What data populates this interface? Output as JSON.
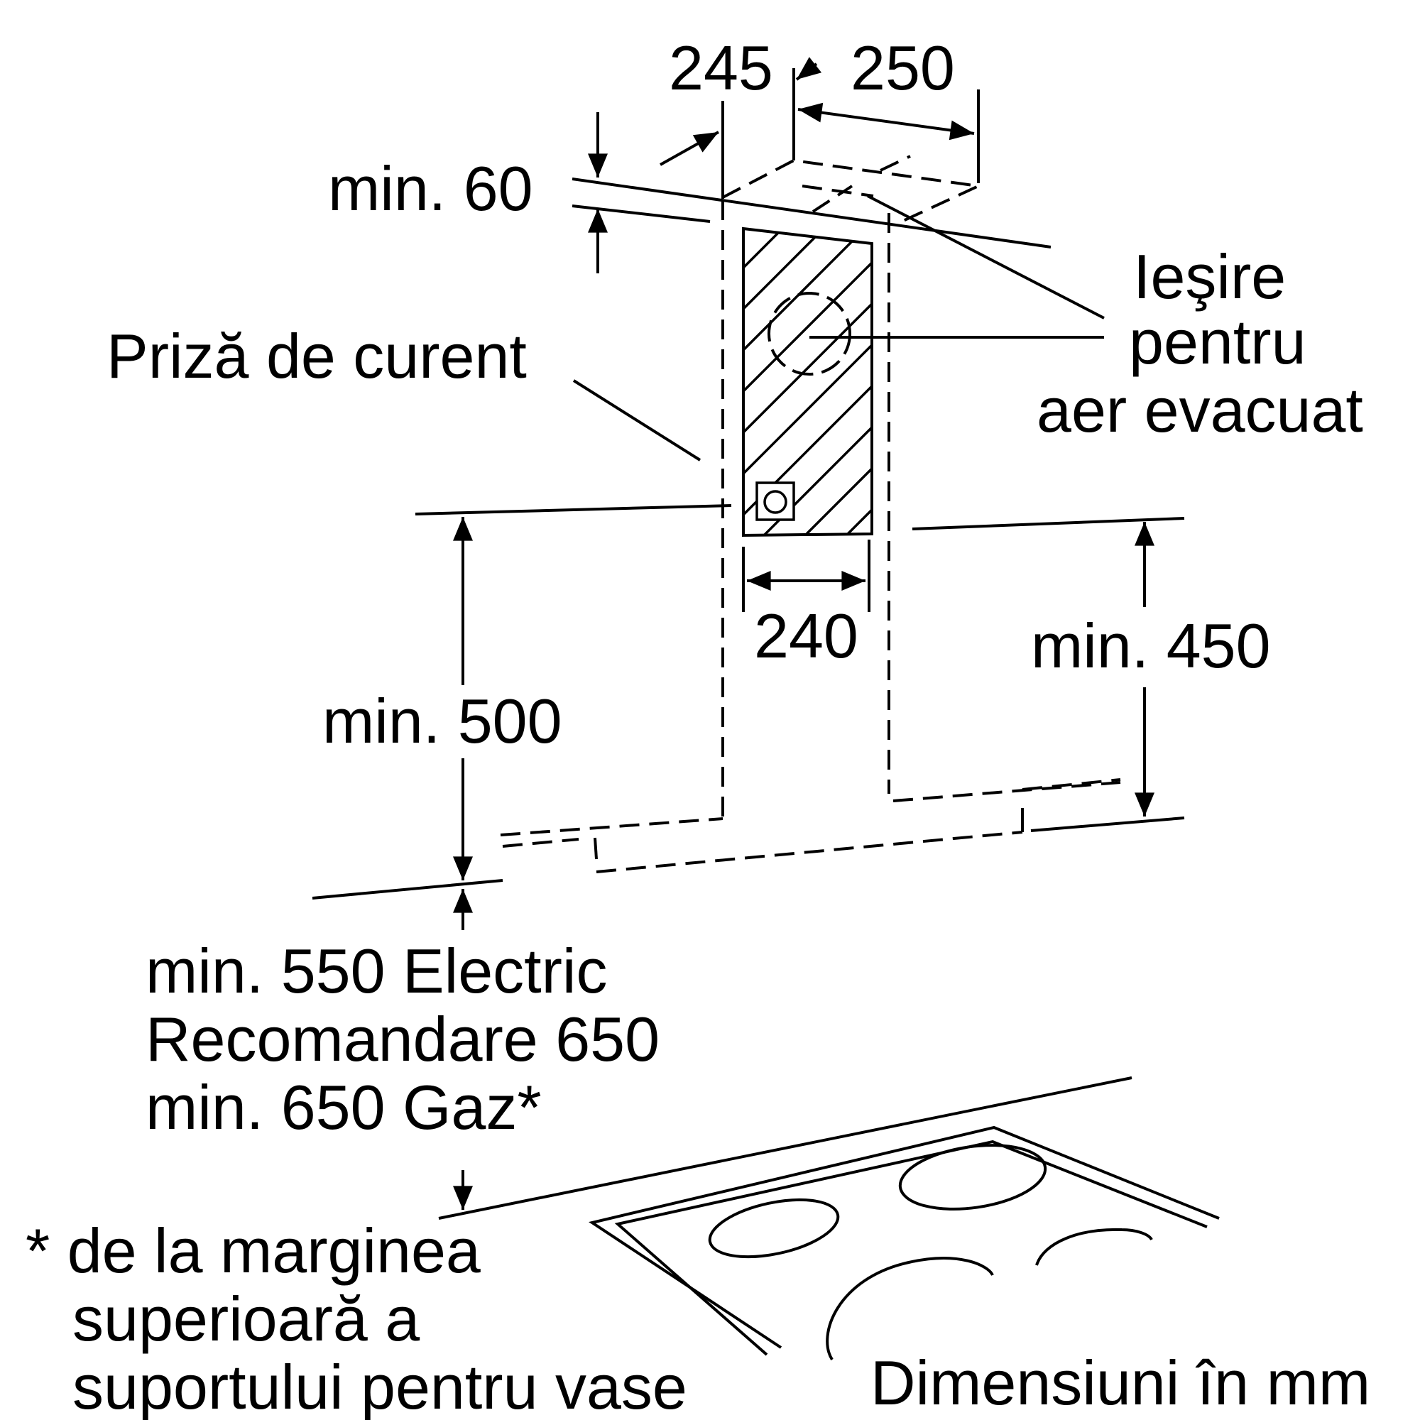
{
  "dimensions": {
    "dim_245": "245",
    "dim_250": "250",
    "min_60": "min. 60",
    "min_500": "min. 500",
    "dim_240": "240",
    "min_450": "min. 450"
  },
  "labels": {
    "outlet_line1": "Ieşire",
    "outlet_line2": "pentru",
    "outlet_line3": "aer evacuat",
    "socket": "Priză de curent"
  },
  "distance_notes": {
    "line1": "min. 550 Electric",
    "line2": "Recomandare 650",
    "line3": "min. 650 Gaz*"
  },
  "footnote": {
    "line1": "* de la marginea",
    "line2": "superioară a",
    "line3": "suportului pentru vase"
  },
  "units_note": "Dimensiuni în mm"
}
